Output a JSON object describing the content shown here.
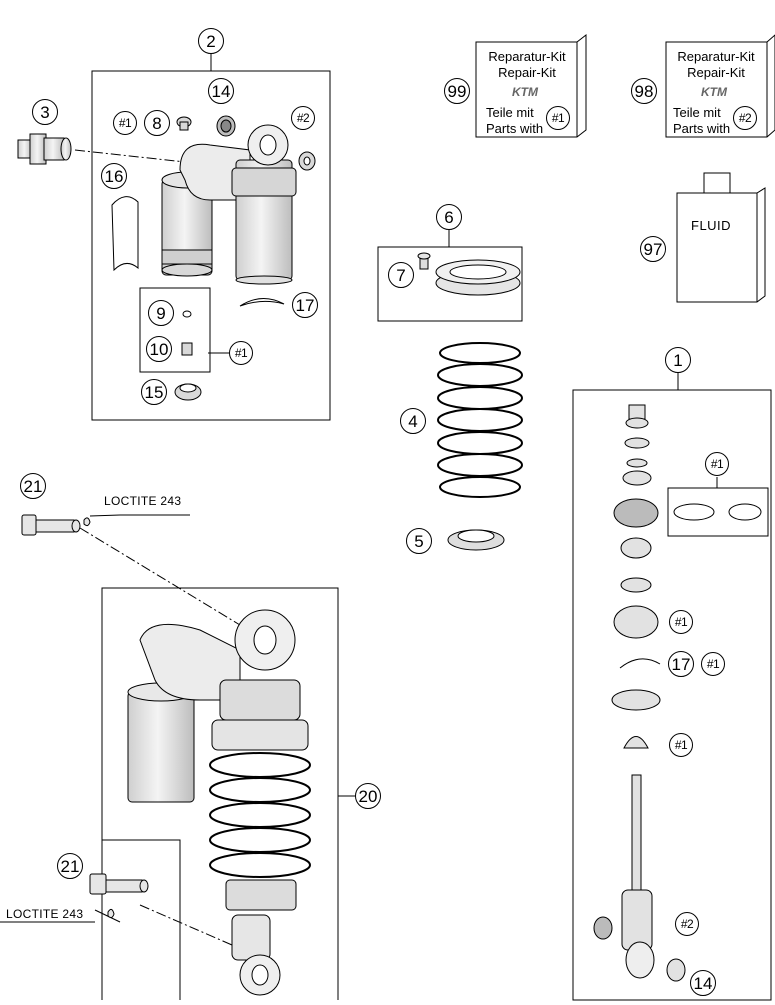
{
  "callouts": {
    "c1": "1",
    "c2": "2",
    "c3": "3",
    "c4": "4",
    "c5": "5",
    "c6": "6",
    "c7": "7",
    "c8": "8",
    "c9": "9",
    "c10": "10",
    "c14a": "14",
    "c14b": "14",
    "c15": "15",
    "c16": "16",
    "c17a": "17",
    "c17b": "17",
    "c20": "20",
    "c21a": "21",
    "c21b": "21",
    "c97": "97",
    "c98": "98",
    "c99": "99"
  },
  "refs": {
    "h1_a": "#1",
    "h1_b": "#1",
    "h1_c": "#1",
    "h1_d": "#1",
    "h1_e": "#1",
    "h1_f": "#1",
    "h1_g": "#1",
    "h2_a": "#2",
    "h2_b": "#2",
    "h2_c": "#2"
  },
  "kit99": {
    "line1": "Reparatur-Kit",
    "line2": "Repair-Kit",
    "logo": "KTM",
    "line3": "Teile mit",
    "line4": "Parts with",
    "ref": "#1"
  },
  "kit98": {
    "line1": "Reparatur-Kit",
    "line2": "Repair-Kit",
    "logo": "KTM",
    "line3": "Teile mit",
    "line4": "Parts with",
    "ref": "#2"
  },
  "fluid": {
    "label": "FLUID"
  },
  "notes": {
    "loctite_top": "LOCTITE 243",
    "loctite_bottom": "LOCTITE 243"
  },
  "colors": {
    "line": "#000000",
    "part_fill": "#e6e6e6",
    "part_dark": "#bdbdbd"
  }
}
